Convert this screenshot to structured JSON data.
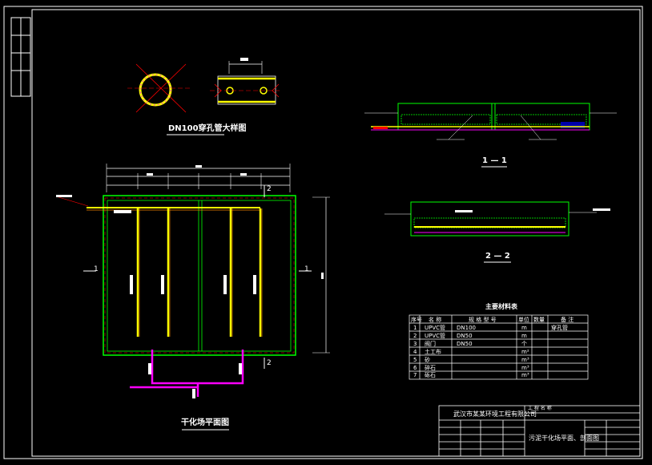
{
  "drawing": {
    "pipe_detail_title": "DN100穿孔管大样图",
    "plan_title": "干化场平面图",
    "section_1_title": "1 — 1",
    "section_2_title": "2 — 2",
    "section_mark_1": "1",
    "section_mark_2": "2"
  },
  "material_table": {
    "title": "主要材料表",
    "headers": [
      "序号",
      "名 称",
      "规 格 型 号",
      "单位",
      "数量",
      "备 注"
    ],
    "rows": [
      [
        "1",
        "UPVC管",
        "DN100",
        "m",
        "",
        "穿孔管"
      ],
      [
        "2",
        "UPVC管",
        "DN50",
        "m",
        "",
        ""
      ],
      [
        "3",
        "阀门",
        "DN50",
        "个",
        "",
        ""
      ],
      [
        "4",
        "土工布",
        "",
        "m²",
        "",
        ""
      ],
      [
        "5",
        "砂",
        "",
        "m³",
        "",
        ""
      ],
      [
        "6",
        "碎石",
        "",
        "m³",
        "",
        ""
      ],
      [
        "7",
        "砾石",
        "",
        "m³",
        "",
        ""
      ]
    ]
  },
  "title_block": {
    "company": "武汉市某某环境工程有限公司",
    "project_label": "工 程 名 称",
    "drawing_name": "污泥干化场平面、剖面图"
  },
  "colors": {
    "background": "#000000",
    "frame": "#ffffff",
    "structure": "#00ff00",
    "pipe": "#ffff00",
    "drain": "#ff00ff",
    "dimension": "#ffffff",
    "hatch": "#00ff00",
    "accent_red": "#ff0000"
  }
}
